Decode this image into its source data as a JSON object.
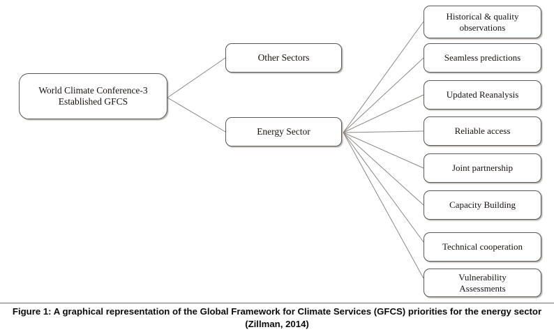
{
  "figure": {
    "caption": "Figure 1: A graphical representation of the Global Framework for Climate Services (GFCS) priorities for the energy sector (Zillman, 2014)",
    "background_color": "#ffffff",
    "node_border_color": "#5b5753",
    "connector_color": "#8d8884",
    "text_color": "#17120f"
  },
  "diagram": {
    "type": "tree",
    "orientation": "left-to-right",
    "root": {
      "id": "root",
      "label": "World Climate Conference-3\nEstablished GFCS"
    },
    "branches": [
      {
        "id": "other-sectors",
        "label": "Other Sectors"
      },
      {
        "id": "energy-sector",
        "label": "Energy Sector"
      }
    ],
    "priorities": [
      {
        "id": "historical-quality-observations",
        "label": "Historical & quality\nobservations"
      },
      {
        "id": "seamless-predictions",
        "label": "Seamless predictions"
      },
      {
        "id": "updated-reanalysis",
        "label": "Updated Reanalysis"
      },
      {
        "id": "reliable-access",
        "label": "Reliable access"
      },
      {
        "id": "joint-partnership",
        "label": "Joint partnership"
      },
      {
        "id": "capacity-building",
        "label": "Capacity Building"
      },
      {
        "id": "technical-cooperation",
        "label": "Technical cooperation"
      },
      {
        "id": "vulnerability-assessments",
        "label": "Vulnerability\nAssessments"
      }
    ]
  }
}
